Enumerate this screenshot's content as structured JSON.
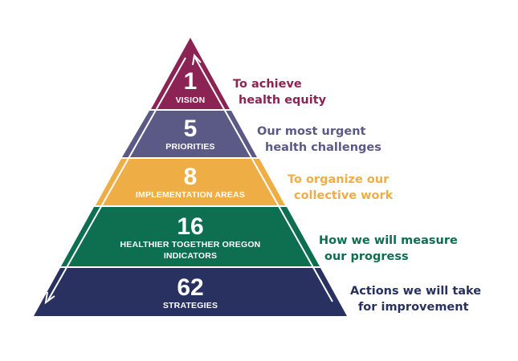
{
  "colors": {
    "tier1": "#8b2355",
    "tier2": "#5b5a86",
    "tier3": "#efad45",
    "tier4": "#0e6e50",
    "tier5": "#28315f",
    "arrow": "#ffffff"
  },
  "tiers": [
    {
      "number": "1",
      "label_lines": [
        "VISION"
      ],
      "desc_lines": [
        "To achieve",
        "health equity"
      ]
    },
    {
      "number": "5",
      "label_lines": [
        "PRIORITIES"
      ],
      "desc_lines": [
        "Our most urgent",
        "health challenges"
      ]
    },
    {
      "number": "8",
      "label_lines": [
        "IMPLEMENTATION AREAS"
      ],
      "desc_lines": [
        "To organize our",
        "collective work"
      ]
    },
    {
      "number": "16",
      "label_lines": [
        "HEALTHIER TOGETHER OREGON",
        "INDICATORS"
      ],
      "desc_lines": [
        "How we will measure",
        "our progress"
      ]
    },
    {
      "number": "62",
      "label_lines": [
        "STRATEGIES"
      ],
      "desc_lines": [
        "Actions we will take",
        "for improvement"
      ]
    }
  ]
}
